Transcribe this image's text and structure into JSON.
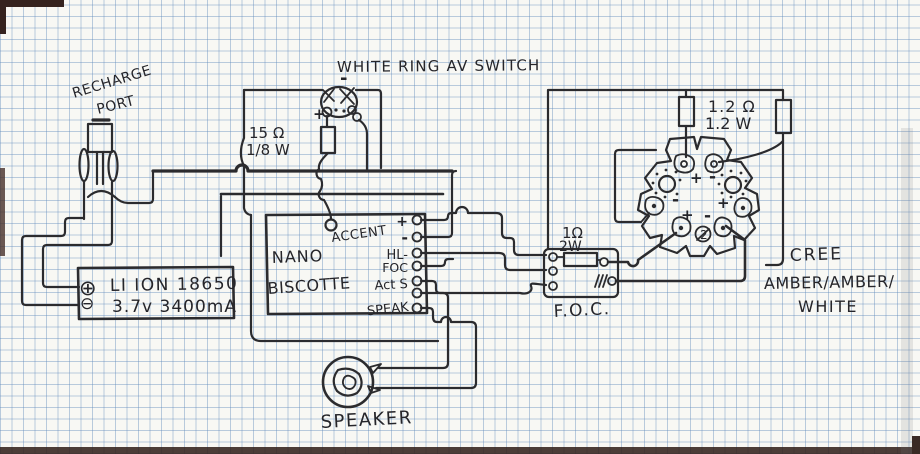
{
  "diagram": {
    "kind": "hand-drawn wiring schematic on graph paper",
    "ink_color": "#2b2b2e",
    "grid_color": "#608abc",
    "paper_color": "#f8f8f4"
  },
  "recharge_port": {
    "label_line1": "RECHARGE",
    "label_line2": "PORT"
  },
  "av_switch": {
    "label": "WHITE RING AV SWITCH",
    "minus": "-",
    "plus": "+"
  },
  "resistor_15": {
    "line1": "15 Ω",
    "line2": "1/8 W"
  },
  "nano_board": {
    "name_line1": "NANO",
    "name_line2": "BISCOTTE",
    "accent_label": "ACCENT",
    "pads": [
      "+",
      "-",
      "HL-",
      "FOC",
      "Act S",
      "SPEAK"
    ]
  },
  "battery": {
    "plus_symbol": "⊕",
    "minus_symbol": "⊖",
    "line1": "LI ION 18650",
    "line2": "3.7v 3400mA"
  },
  "speaker": {
    "label": "SPEAKER"
  },
  "foc_board": {
    "resistor_line1": "1Ω",
    "resistor_line2": "2W",
    "label": "F.O.C."
  },
  "led_module": {
    "resistor_line1": "1.2 Ω",
    "resistor_line2": "1.2 W",
    "polarity_marks": [
      "+",
      "-",
      "-",
      "+",
      "+",
      "-"
    ],
    "center_number": "2",
    "label_line1": "CREE",
    "label_line2": "AMBER/AMBER/",
    "label_line3": "WHITE"
  }
}
